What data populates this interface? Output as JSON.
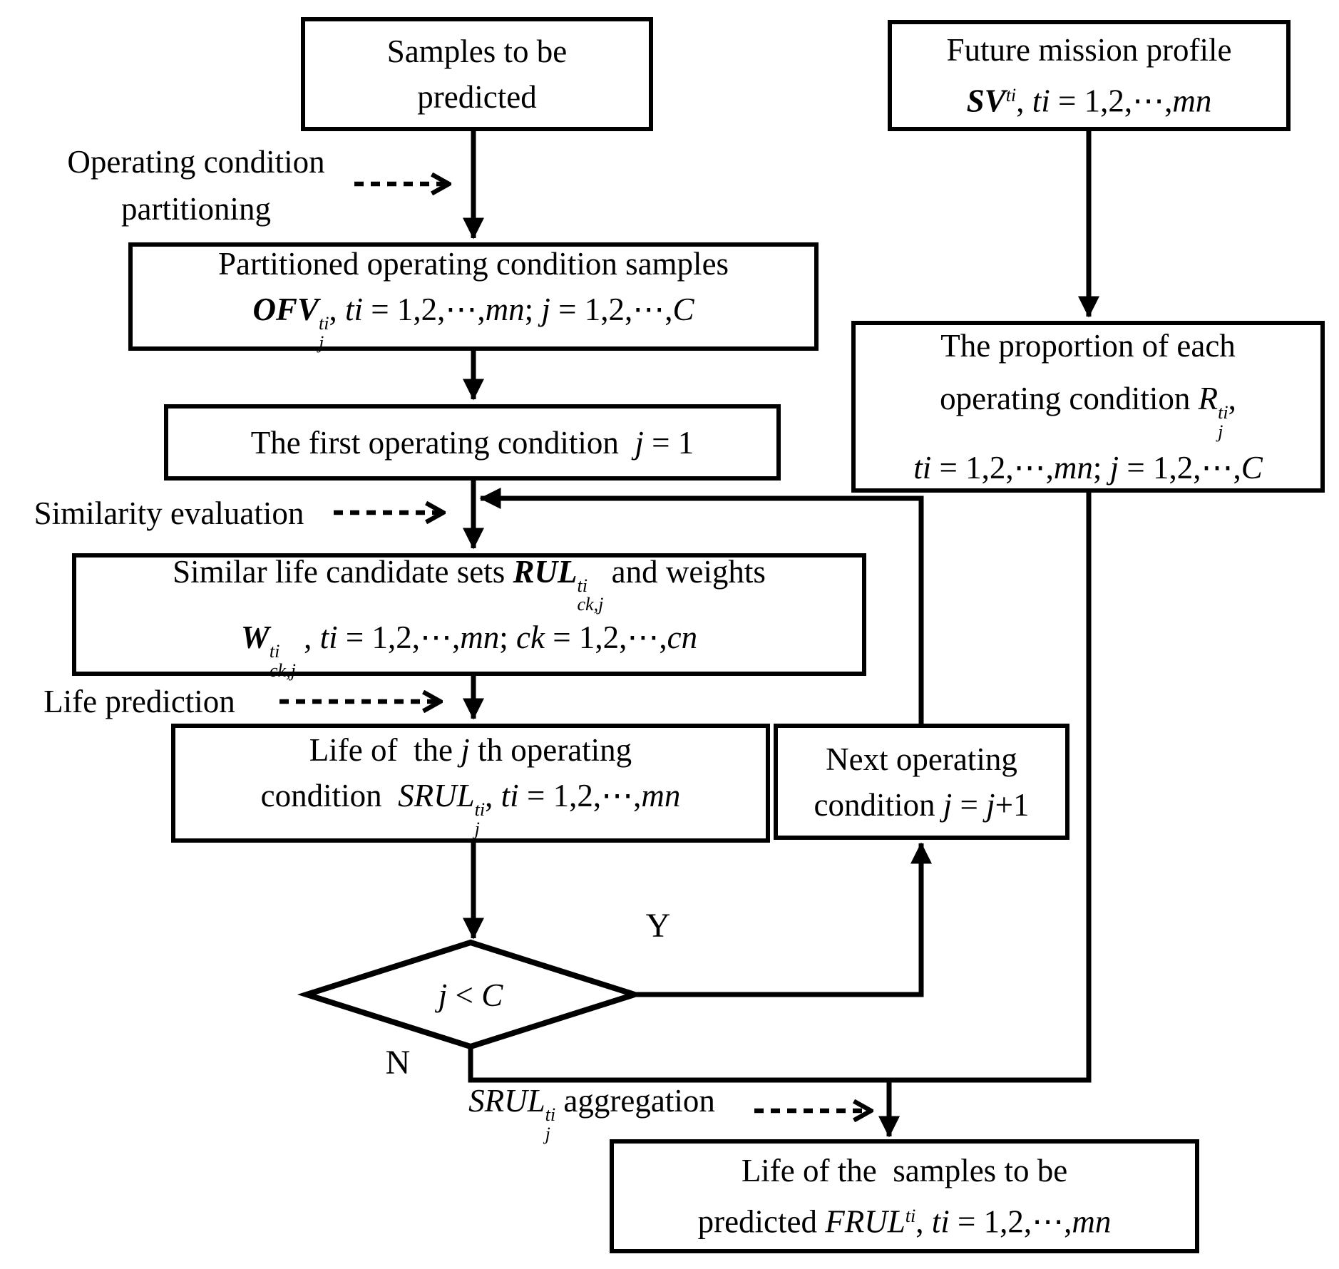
{
  "meta": {
    "title": "Operating-condition based similarity life prediction flowchart",
    "colors": {
      "ink": "#000000",
      "paper": "#ffffff"
    }
  },
  "nodes": {
    "samples": {
      "lines": [
        [
          {
            "t": "Samples to be"
          }
        ],
        [
          {
            "t": "predicted"
          }
        ]
      ]
    },
    "future": {
      "lines": [
        [
          {
            "t": "Future mission profile"
          }
        ],
        [
          {
            "b": "SV"
          },
          {
            "sup": "ti"
          },
          {
            "t": ", "
          },
          {
            "i": "ti"
          },
          {
            "t": " = 1,2,⋯,"
          },
          {
            "i": "mn"
          }
        ]
      ]
    },
    "partitioned": {
      "lines": [
        [
          {
            "t": "Partitioned operating condition samples"
          }
        ],
        [
          {
            "b": "OFV"
          },
          {
            "ss": [
              "ti",
              "j"
            ]
          },
          {
            "t": ", "
          },
          {
            "i": "ti"
          },
          {
            "t": " = 1,2,⋯,"
          },
          {
            "i": "mn"
          },
          {
            "t": "; "
          },
          {
            "i": "j"
          },
          {
            "t": " = 1,2,⋯,"
          },
          {
            "i": "C"
          }
        ]
      ]
    },
    "first": {
      "lines": [
        [
          {
            "t": "The first operating condition  "
          },
          {
            "i": "j"
          },
          {
            "t": " = 1"
          }
        ]
      ]
    },
    "proportion": {
      "lines": [
        [
          {
            "t": "The proportion of each"
          }
        ],
        [
          {
            "t": "operating condition "
          },
          {
            "i": "R"
          },
          {
            "ss": [
              "ti",
              "j"
            ]
          },
          {
            "t": ","
          }
        ],
        [
          {
            "i": "ti"
          },
          {
            "t": " = 1,2,⋯,"
          },
          {
            "i": "mn"
          },
          {
            "t": "; "
          },
          {
            "i": "j"
          },
          {
            "t": " = 1,2,⋯,"
          },
          {
            "i": "C"
          }
        ]
      ]
    },
    "similar": {
      "lines": [
        [
          {
            "t": "Similar life candidate sets "
          },
          {
            "b": "RUL"
          },
          {
            "ss": [
              "ti",
              "ck,j"
            ]
          },
          {
            "t": " and weights"
          }
        ],
        [
          {
            "b": "W"
          },
          {
            "ss": [
              "ti",
              "ck,j"
            ]
          },
          {
            "t": " , "
          },
          {
            "i": "ti"
          },
          {
            "t": " = 1,2,⋯,"
          },
          {
            "i": "mn"
          },
          {
            "t": "; "
          },
          {
            "i": "ck"
          },
          {
            "t": " = 1,2,⋯,"
          },
          {
            "i": "cn"
          }
        ]
      ]
    },
    "life_j": {
      "lines": [
        [
          {
            "t": "Life of  the "
          },
          {
            "i": "j"
          },
          {
            "t": " th operating"
          }
        ],
        [
          {
            "t": "condition  "
          },
          {
            "i": "SRUL"
          },
          {
            "ss": [
              "ti",
              "j"
            ]
          },
          {
            "t": ", "
          },
          {
            "i": "ti"
          },
          {
            "t": " = 1,2,⋯,"
          },
          {
            "i": "mn"
          }
        ]
      ]
    },
    "next": {
      "lines": [
        [
          {
            "t": "Next operating"
          }
        ],
        [
          {
            "t": "condition "
          },
          {
            "i": "j"
          },
          {
            "t": " = "
          },
          {
            "i": "j"
          },
          {
            "t": "+1"
          }
        ]
      ]
    },
    "decision": {
      "lines": [
        [
          {
            "i": "j"
          },
          {
            "t": " < "
          },
          {
            "i": "C"
          }
        ]
      ]
    },
    "final": {
      "lines": [
        [
          {
            "t": "Life of the  samples to be"
          }
        ],
        [
          {
            "t": "predicted "
          },
          {
            "i": "FRUL"
          },
          {
            "sup": "ti"
          },
          {
            "t": ", "
          },
          {
            "i": "ti"
          },
          {
            "t": " = 1,2,⋯,"
          },
          {
            "i": "mn"
          }
        ]
      ]
    }
  },
  "labels": {
    "partitioning": {
      "lines": [
        [
          {
            "t": "Operating condition"
          }
        ],
        [
          {
            "t": "partitioning"
          }
        ]
      ]
    },
    "similarity": {
      "lines": [
        [
          {
            "t": "Similarity evaluation"
          }
        ]
      ]
    },
    "life_prediction": {
      "lines": [
        [
          {
            "t": "Life prediction"
          }
        ]
      ]
    },
    "aggregation": {
      "lines": [
        [
          {
            "i": "SRUL"
          },
          {
            "ss": [
              "ti",
              "j"
            ]
          },
          {
            "t": " aggregation"
          }
        ]
      ]
    },
    "yes": "Y",
    "no": "N"
  }
}
